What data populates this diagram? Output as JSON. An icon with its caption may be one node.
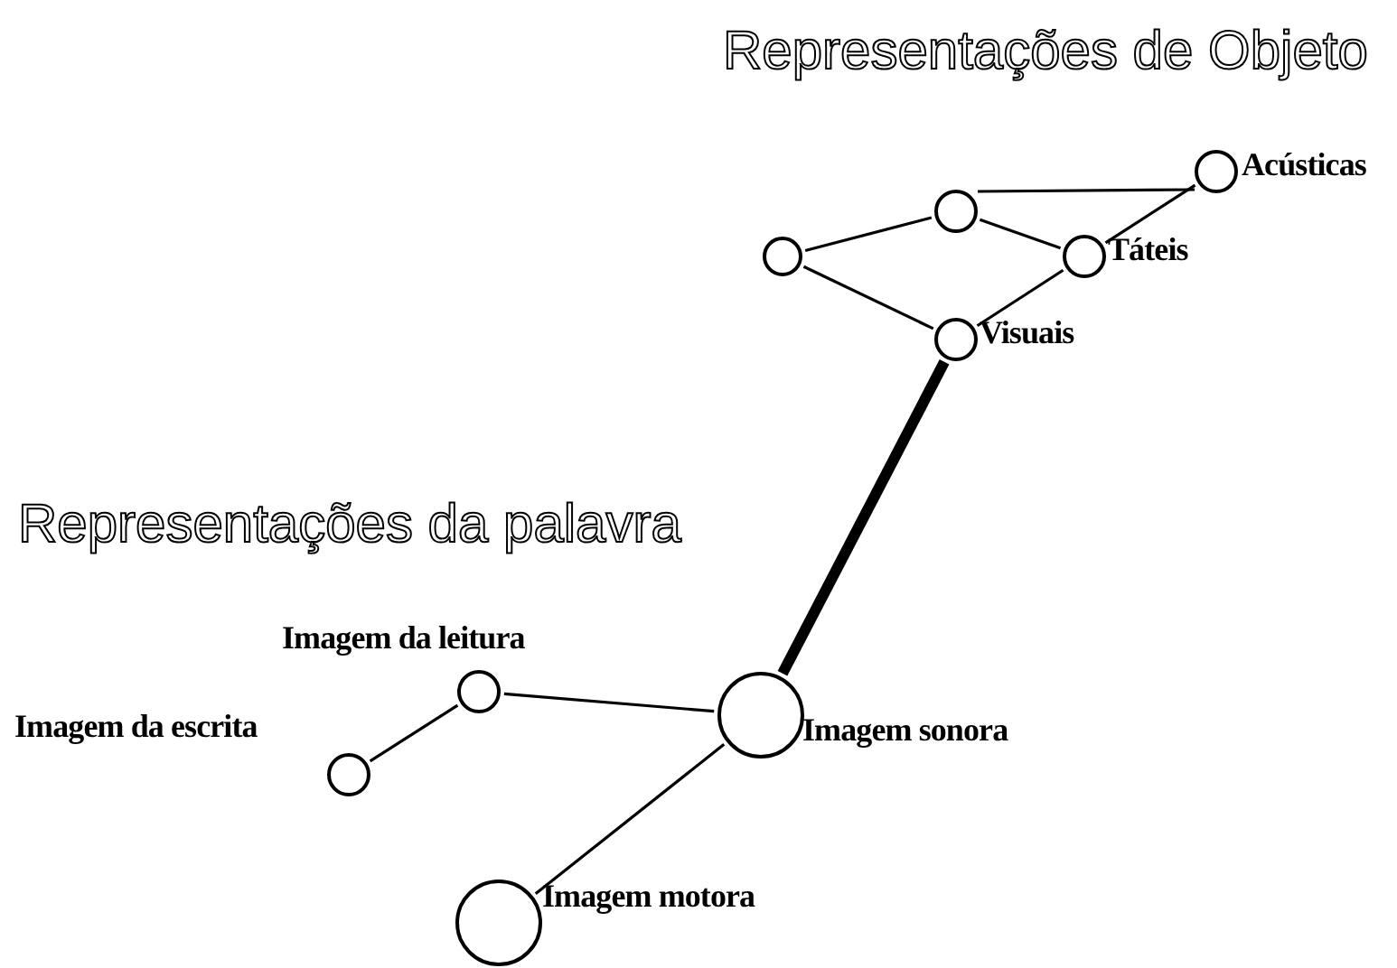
{
  "diagram": {
    "nodes": [
      {
        "text": [],
        "shape": "circle"
      },
      {
        "text": [],
        "shape": "circle"
      },
      {
        "text": [],
        "shape": "circle",
        "beside": [
          "Acústicas"
        ]
      },
      {
        "text": [],
        "shape": "circle",
        "beside": [
          "Táteis"
        ]
      },
      {
        "text": [],
        "shape": "circle",
        "beside": [
          "Visuais"
        ]
      },
      {
        "text": [],
        "shape": "circle",
        "beside": [
          "Imagem da leitura"
        ]
      },
      {
        "text": [],
        "shape": "circle",
        "beside": [
          "Imagem da escrita"
        ]
      },
      {
        "text": [],
        "shape": "circle",
        "beside": [
          "Imagem sonora"
        ]
      },
      {
        "text": [],
        "shape": "circle",
        "beside": [
          "Imagem motora"
        ]
      }
    ],
    "edges": [
      {
        "from": 0,
        "to": 1,
        "arrow": "none"
      },
      {
        "from": 0,
        "to": 4,
        "arrow": "none"
      },
      {
        "from": 1,
        "to": 2,
        "arrow": "none"
      },
      {
        "from": 1,
        "to": 3,
        "arrow": "none"
      },
      {
        "from": 3,
        "to": 2,
        "arrow": "none"
      },
      {
        "from": 3,
        "to": 4,
        "arrow": "none"
      },
      {
        "from": 4,
        "to": 7,
        "arrow": "none",
        "style": "thick"
      },
      {
        "from": 5,
        "to": 7,
        "arrow": "none"
      },
      {
        "from": 6,
        "to": 5,
        "arrow": "none"
      },
      {
        "from": 7,
        "to": 8,
        "arrow": "none"
      }
    ],
    "labels": [
      "Representações de Objeto",
      "Representações da palavra"
    ]
  }
}
